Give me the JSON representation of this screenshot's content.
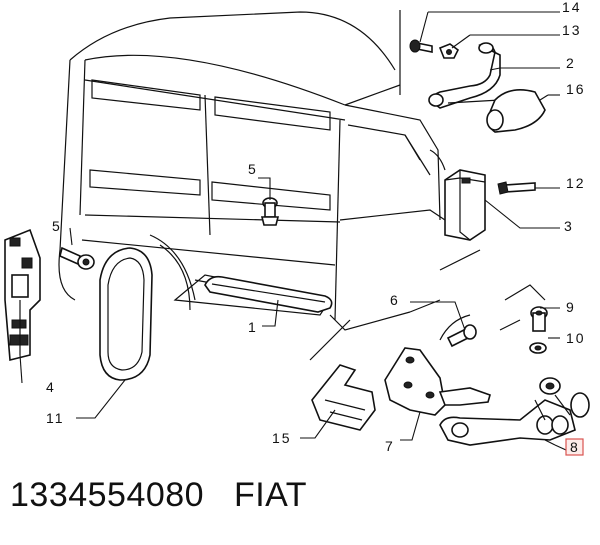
{
  "callouts": {
    "c14": "14",
    "c13": "13",
    "c2": "2",
    "c16": "16",
    "c12": "12",
    "c3": "3",
    "c5a": "5",
    "c5b": "5",
    "c1": "1",
    "c6": "6",
    "c9": "9",
    "c10": "10",
    "c4": "4",
    "c11": "11",
    "c15": "15",
    "c7": "7",
    "c8": "8"
  },
  "caption": {
    "part_number": "1334554080",
    "brand": "FIAT"
  },
  "colors": {
    "highlight_box": "#d9534f"
  }
}
